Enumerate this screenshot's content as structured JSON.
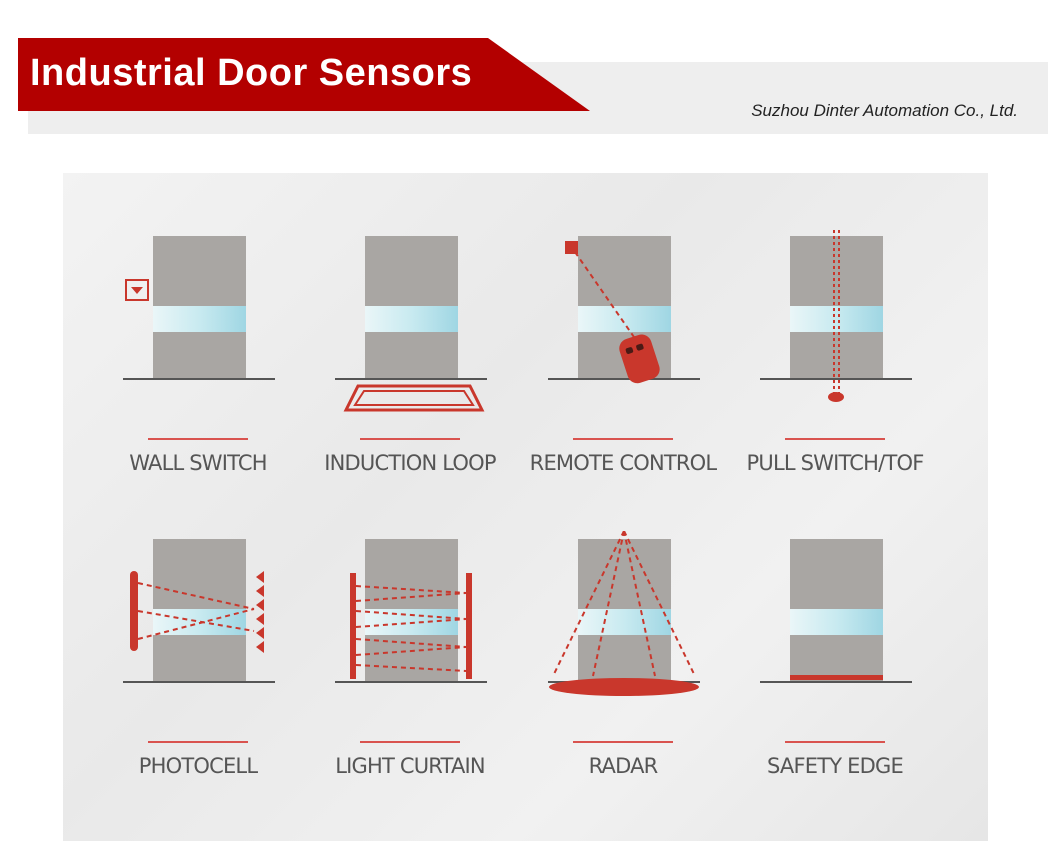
{
  "header": {
    "title": "Industrial Door Sensors",
    "company": "Suzhou Dinter Automation Co., Ltd."
  },
  "colors": {
    "accent_red": "#b30000",
    "sensor_red": "#c9372c",
    "door_gray": "#a9a6a3",
    "window_blue": "#bfe6ee"
  },
  "sensors": [
    {
      "label": "WALL SWITCH",
      "icon": "wall-switch-icon"
    },
    {
      "label": "INDUCTION LOOP",
      "icon": "induction-loop-icon"
    },
    {
      "label": "REMOTE CONTROL",
      "icon": "remote-control-icon"
    },
    {
      "label": "PULL SWITCH/TOF",
      "icon": "pull-switch-icon"
    },
    {
      "label": "PHOTOCELL",
      "icon": "photocell-icon"
    },
    {
      "label": "LIGHT CURTAIN",
      "icon": "light-curtain-icon"
    },
    {
      "label": "RADAR",
      "icon": "radar-icon"
    },
    {
      "label": "SAFETY EDGE",
      "icon": "safety-edge-icon"
    }
  ]
}
